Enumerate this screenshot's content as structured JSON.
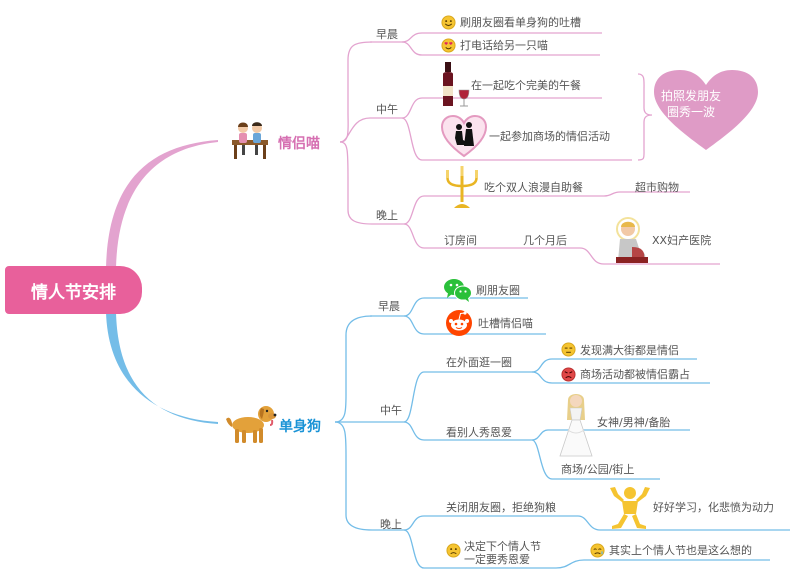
{
  "root": {
    "label": "情人节安排"
  },
  "couple": {
    "label": "情侣喵",
    "morning": {
      "label": "早晨",
      "items": [
        "刷朋友圈看单身狗的吐槽",
        "打电话给另一只喵"
      ]
    },
    "noon": {
      "label": "中午",
      "items": [
        "在一起吃个完美的午餐",
        "一起参加商场的情侣活动"
      ],
      "summary": "拍照发朋友圈秀一波"
    },
    "evening": {
      "label": "晚上",
      "dinner": "吃个双人浪漫自助餐",
      "shopping": "超市购物",
      "hotel": "订房间",
      "months": "几个月后",
      "hospital": "XX妇产医院"
    }
  },
  "single": {
    "label": "单身狗",
    "morning": {
      "label": "早晨",
      "items": [
        "刷朋友圈",
        "吐槽情侣喵"
      ]
    },
    "noon": {
      "label": "中午",
      "walk": "在外面逛一圈",
      "walk_items": [
        "发现满大街都是情侣",
        "商场活动都被情侣霸占"
      ],
      "watch": "看别人秀恩爱",
      "watch_items": [
        "女神/男神/备胎",
        "商场/公园/街上"
      ]
    },
    "evening": {
      "label": "晚上",
      "close": "关闭朋友圈，拒绝狗粮",
      "study": "好好学习，化悲愤为动力",
      "decide_1": "决定下个情人节",
      "decide_2": "一定要秀恩爱",
      "last_year": "其实上个情人节也是这么想的"
    }
  },
  "colors": {
    "root": "#e8609b",
    "couple_branch": "#e3a3cf",
    "couple_text": "#d670b2",
    "single_branch": "#74bde8",
    "single_text": "#1a93d6",
    "heart": "#df9bc6"
  },
  "icons": [
    "couple-bench-icon",
    "wine-bottle-icon",
    "kneeling-heart-icon",
    "candelabra-icon",
    "pregnant-woman-icon",
    "dog-icon",
    "wechat-icon",
    "reddit-alien-icon",
    "bride-icon",
    "muscle-man-icon",
    "smile-emoji-icon",
    "love-eyes-emoji-icon",
    "annoyed-emoji-icon",
    "angry-emoji-icon",
    "sad-emoji-icon"
  ]
}
